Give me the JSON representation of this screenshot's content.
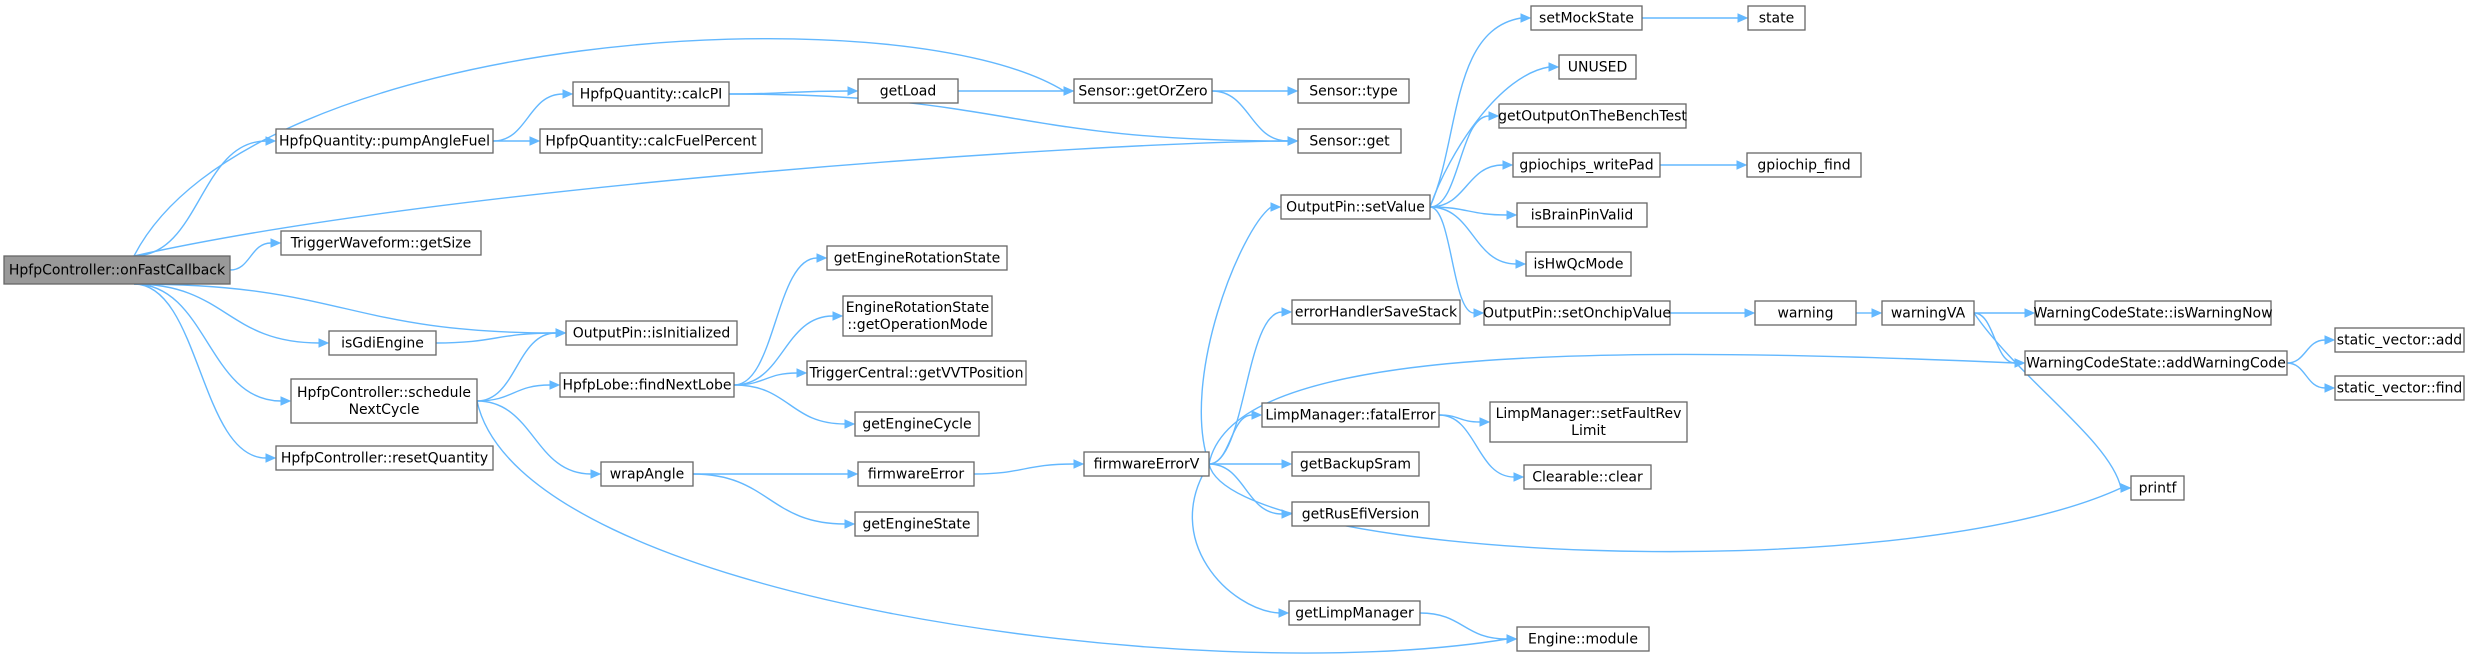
{
  "nodes": [
    {
      "id": "onFastCallback",
      "lines": [
        "HpfpController::onFastCallback"
      ],
      "root": true
    },
    {
      "id": "calcPI",
      "lines": [
        "HpfpQuantity::calcPI"
      ]
    },
    {
      "id": "pumpAngleFuel",
      "lines": [
        "HpfpQuantity::pumpAngleFuel"
      ]
    },
    {
      "id": "calcFuelPercent",
      "lines": [
        "HpfpQuantity::calcFuelPercent"
      ]
    },
    {
      "id": "getLoad",
      "lines": [
        "getLoad"
      ]
    },
    {
      "id": "getOrZero",
      "lines": [
        "Sensor::getOrZero"
      ]
    },
    {
      "id": "sensorType",
      "lines": [
        "Sensor::type"
      ]
    },
    {
      "id": "sensorGet",
      "lines": [
        "Sensor::get"
      ]
    },
    {
      "id": "getSize",
      "lines": [
        "TriggerWaveform::getSize"
      ]
    },
    {
      "id": "isGdiEngine",
      "lines": [
        "isGdiEngine"
      ]
    },
    {
      "id": "isInitialized",
      "lines": [
        "OutputPin::isInitialized"
      ]
    },
    {
      "id": "scheduleNextCycle",
      "lines": [
        "HpfpController::schedule",
        "NextCycle"
      ]
    },
    {
      "id": "resetQuantity",
      "lines": [
        "HpfpController::resetQuantity"
      ]
    },
    {
      "id": "findNextLobe",
      "lines": [
        "HpfpLobe::findNextLobe"
      ]
    },
    {
      "id": "getEngineRotationState",
      "lines": [
        "getEngineRotationState"
      ]
    },
    {
      "id": "getOperationMode",
      "lines": [
        "EngineRotationState",
        "::getOperationMode"
      ]
    },
    {
      "id": "getVVTPosition",
      "lines": [
        "TriggerCentral::getVVTPosition"
      ]
    },
    {
      "id": "getEngineCycle",
      "lines": [
        "getEngineCycle"
      ]
    },
    {
      "id": "wrapAngle",
      "lines": [
        "wrapAngle"
      ]
    },
    {
      "id": "firmwareError",
      "lines": [
        "firmwareError"
      ]
    },
    {
      "id": "getEngineState",
      "lines": [
        "getEngineState"
      ]
    },
    {
      "id": "firmwareErrorV",
      "lines": [
        "firmwareErrorV"
      ]
    },
    {
      "id": "setValue",
      "lines": [
        "OutputPin::setValue"
      ]
    },
    {
      "id": "errorHandlerSaveStack",
      "lines": [
        "errorHandlerSaveStack"
      ]
    },
    {
      "id": "fatalError",
      "lines": [
        "LimpManager::fatalError"
      ]
    },
    {
      "id": "getBackupSram",
      "lines": [
        "getBackupSram"
      ]
    },
    {
      "id": "getRusEfiVersion",
      "lines": [
        "getRusEfiVersion"
      ]
    },
    {
      "id": "getLimpManager",
      "lines": [
        "getLimpManager"
      ]
    },
    {
      "id": "engineModule",
      "lines": [
        "Engine::module"
      ]
    },
    {
      "id": "setMockState",
      "lines": [
        "setMockState"
      ]
    },
    {
      "id": "state",
      "lines": [
        "state"
      ]
    },
    {
      "id": "unused",
      "lines": [
        "UNUSED"
      ]
    },
    {
      "id": "getOutputOnTheBenchTest",
      "lines": [
        "getOutputOnTheBenchTest"
      ]
    },
    {
      "id": "gpiochipsWritePad",
      "lines": [
        "gpiochips_writePad"
      ]
    },
    {
      "id": "gpiochipFind",
      "lines": [
        "gpiochip_find"
      ]
    },
    {
      "id": "isBrainPinValid",
      "lines": [
        "isBrainPinValid"
      ]
    },
    {
      "id": "isHwQcMode",
      "lines": [
        "isHwQcMode"
      ]
    },
    {
      "id": "setOnchipValue",
      "lines": [
        "OutputPin::setOnchipValue"
      ]
    },
    {
      "id": "warning",
      "lines": [
        "warning"
      ]
    },
    {
      "id": "warningVA",
      "lines": [
        "warningVA"
      ]
    },
    {
      "id": "isWarningNow",
      "lines": [
        "WarningCodeState::isWarningNow"
      ]
    },
    {
      "id": "addWarningCode",
      "lines": [
        "WarningCodeState::addWarningCode"
      ]
    },
    {
      "id": "staticVectorAdd",
      "lines": [
        "static_vector::add"
      ]
    },
    {
      "id": "staticVectorFind",
      "lines": [
        "static_vector::find"
      ]
    },
    {
      "id": "setFaultRevLimit",
      "lines": [
        "LimpManager::setFaultRev",
        "Limit"
      ]
    },
    {
      "id": "clearableClear",
      "lines": [
        "Clearable::clear"
      ]
    },
    {
      "id": "printf",
      "lines": [
        "printf"
      ]
    }
  ],
  "edges": [
    [
      "onFastCallback",
      "getOrZero"
    ],
    [
      "onFastCallback",
      "pumpAngleFuel"
    ],
    [
      "onFastCallback",
      "sensorGet"
    ],
    [
      "onFastCallback",
      "getSize"
    ],
    [
      "onFastCallback",
      "isInitialized"
    ],
    [
      "onFastCallback",
      "isGdiEngine"
    ],
    [
      "onFastCallback",
      "scheduleNextCycle"
    ],
    [
      "onFastCallback",
      "resetQuantity"
    ],
    [
      "pumpAngleFuel",
      "calcPI"
    ],
    [
      "pumpAngleFuel",
      "calcFuelPercent"
    ],
    [
      "calcPI",
      "getLoad"
    ],
    [
      "calcPI",
      "sensorGet"
    ],
    [
      "getLoad",
      "getOrZero"
    ],
    [
      "getOrZero",
      "sensorType"
    ],
    [
      "getOrZero",
      "sensorGet"
    ],
    [
      "isGdiEngine",
      "isInitialized"
    ],
    [
      "scheduleNextCycle",
      "isInitialized"
    ],
    [
      "scheduleNextCycle",
      "findNextLobe"
    ],
    [
      "scheduleNextCycle",
      "wrapAngle"
    ],
    [
      "scheduleNextCycle",
      "engineModule"
    ],
    [
      "findNextLobe",
      "getEngineRotationState"
    ],
    [
      "findNextLobe",
      "getOperationMode"
    ],
    [
      "findNextLobe",
      "getVVTPosition"
    ],
    [
      "findNextLobe",
      "getEngineCycle"
    ],
    [
      "wrapAngle",
      "firmwareError"
    ],
    [
      "wrapAngle",
      "getEngineState"
    ],
    [
      "firmwareError",
      "firmwareErrorV"
    ],
    [
      "firmwareErrorV",
      "setValue"
    ],
    [
      "firmwareErrorV",
      "errorHandlerSaveStack"
    ],
    [
      "firmwareErrorV",
      "addWarningCode"
    ],
    [
      "firmwareErrorV",
      "fatalError"
    ],
    [
      "firmwareErrorV",
      "getBackupSram"
    ],
    [
      "firmwareErrorV",
      "getRusEfiVersion"
    ],
    [
      "firmwareErrorV",
      "printf"
    ],
    [
      "firmwareErrorV",
      "getLimpManager"
    ],
    [
      "getLimpManager",
      "engineModule"
    ],
    [
      "setValue",
      "setMockState"
    ],
    [
      "setValue",
      "unused"
    ],
    [
      "setValue",
      "getOutputOnTheBenchTest"
    ],
    [
      "setValue",
      "gpiochipsWritePad"
    ],
    [
      "setValue",
      "isBrainPinValid"
    ],
    [
      "setValue",
      "isHwQcMode"
    ],
    [
      "setValue",
      "setOnchipValue"
    ],
    [
      "setMockState",
      "state"
    ],
    [
      "gpiochipsWritePad",
      "gpiochipFind"
    ],
    [
      "setOnchipValue",
      "warning"
    ],
    [
      "warning",
      "warningVA"
    ],
    [
      "warningVA",
      "isWarningNow"
    ],
    [
      "warningVA",
      "addWarningCode"
    ],
    [
      "warningVA",
      "printf"
    ],
    [
      "addWarningCode",
      "staticVectorAdd"
    ],
    [
      "addWarningCode",
      "staticVectorFind"
    ],
    [
      "fatalError",
      "setFaultRevLimit"
    ],
    [
      "fatalError",
      "clearableClear"
    ]
  ]
}
